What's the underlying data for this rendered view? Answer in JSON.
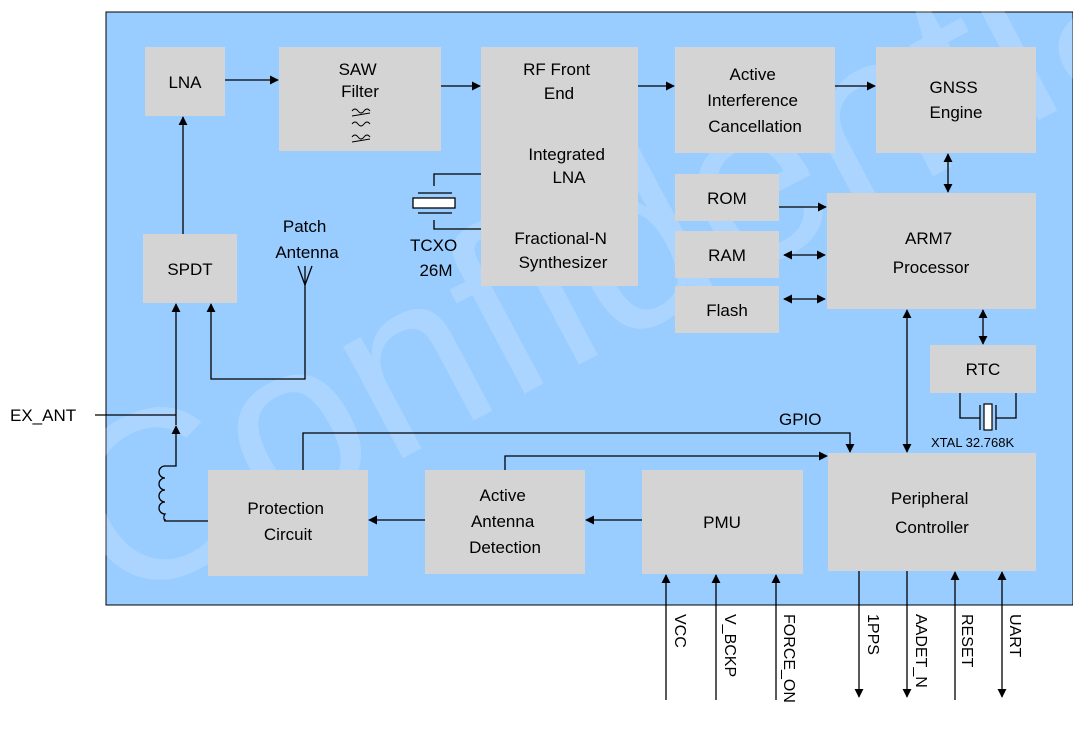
{
  "blocks": {
    "lna": [
      "LNA"
    ],
    "saw": [
      "SAW",
      "Filter"
    ],
    "rf": [
      "RF Front",
      "End"
    ],
    "rf_lna": [
      "Integrated",
      "LNA"
    ],
    "rf_synth": [
      "Fractional-N",
      "Synthesizer"
    ],
    "aic": [
      "Active",
      "Interference",
      "Cancellation"
    ],
    "gnss": [
      "GNSS",
      "Engine"
    ],
    "rom": [
      "ROM"
    ],
    "ram": [
      "RAM"
    ],
    "flash": [
      "Flash"
    ],
    "arm": [
      "ARM7",
      "Processor"
    ],
    "rtc": [
      "RTC"
    ],
    "spdt": [
      "SPDT"
    ],
    "periph": [
      "Peripheral",
      "Controller"
    ],
    "prot": [
      "Protection",
      "Circuit"
    ],
    "aad": [
      "Active",
      "Antenna",
      "Detection"
    ],
    "pmu": [
      "PMU"
    ]
  },
  "labels": {
    "patch": [
      "Patch",
      "Antenna"
    ],
    "tcxo": [
      "TCXO",
      "26M"
    ],
    "xtal": "XTAL 32.768K",
    "gpio": "GPIO",
    "ex_ant": "EX_ANT"
  },
  "pins": [
    "VCC",
    "V_BCKP",
    "FORCE_ON",
    "1PPS",
    "AADET_N",
    "RESET",
    "UART"
  ],
  "watermark": "Confidential",
  "colors": {
    "background": "#99ccff",
    "block": "#d4d4d4",
    "line": "#000000"
  }
}
